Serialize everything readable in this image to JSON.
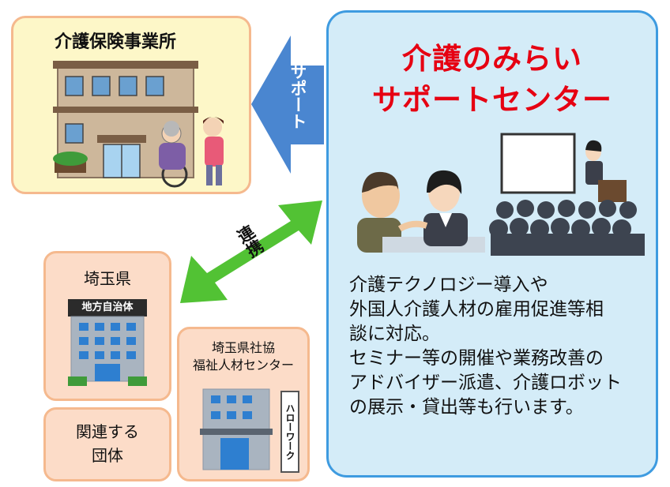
{
  "care_office": {
    "title": "介護保険事業所"
  },
  "support_arrow": {
    "label": "サポート"
  },
  "center": {
    "title_line1": "介護のみらい",
    "title_line2": "サポートセンター",
    "desc_lines": [
      "介護テクノロジー導入や",
      "外国人介護人材の雇用促進等相",
      "談に対応。",
      "セミナー等の開催や業務改善の",
      "アドバイザー派遣、介護ロボット",
      "の展示・貸出等も行います。"
    ]
  },
  "coop_arrow": {
    "label": "連携"
  },
  "saitama": {
    "title": "埼玉県",
    "sign": "地方自治体"
  },
  "related": {
    "line1": "関連する",
    "line2": "団体"
  },
  "welfare": {
    "line1": "埼玉県社協",
    "line2": "福祉人材センター",
    "sign": "ハローワーク"
  },
  "colors": {
    "title_red": "#e60012",
    "support_arrow": "#4a86d0",
    "coop_arrow": "#52c234",
    "center_bg": "#d4ecf8",
    "center_border": "#3e9be0",
    "office_bg": "#fdf7c8",
    "peach_bg": "#fcdcc8",
    "peach_border": "#f5b98e"
  }
}
